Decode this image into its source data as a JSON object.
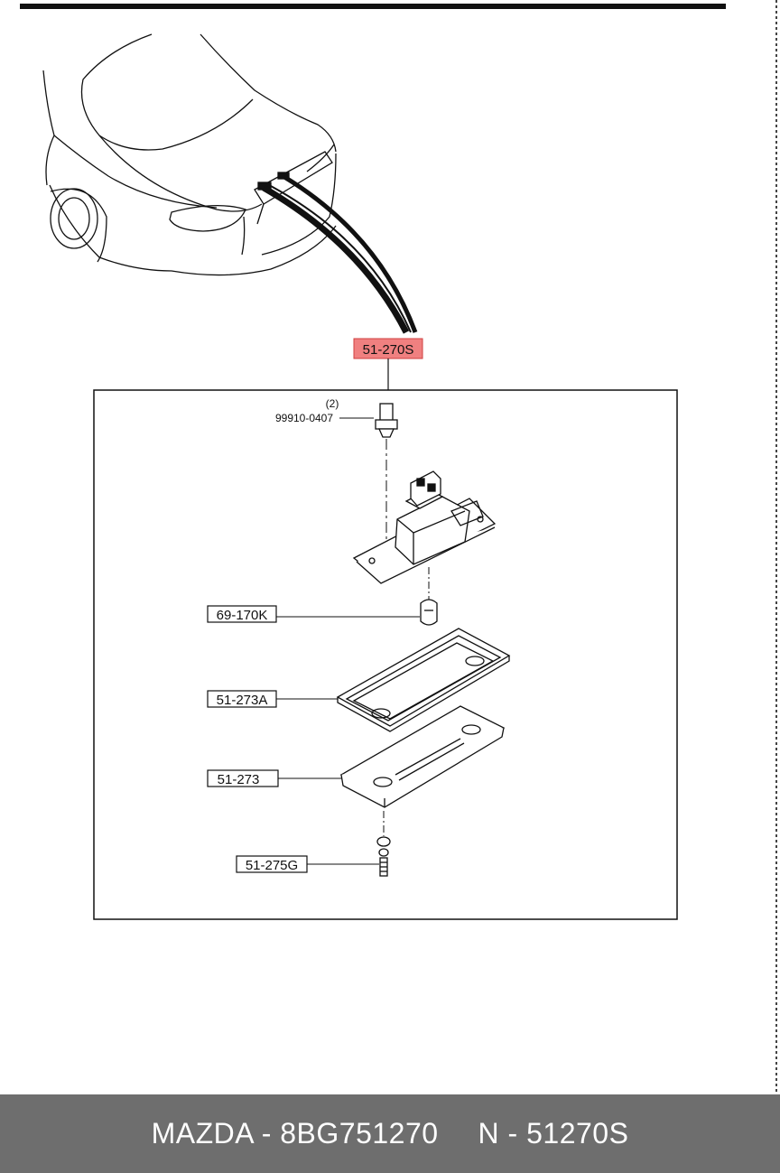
{
  "callouts": {
    "assembly": "51-270S",
    "bulb": "69-170K",
    "gasket": "51-273A",
    "lens": "51-273",
    "screw": "51-275G"
  },
  "socket": {
    "qty": "(2)",
    "part_no": "99910-0407"
  },
  "footer": {
    "brand_part": "MAZDA - 8BG751270",
    "code": "N - 51270S"
  },
  "colors": {
    "highlight": "#f08080",
    "footer_bg": "#6e6e6e",
    "line": "#111111"
  }
}
